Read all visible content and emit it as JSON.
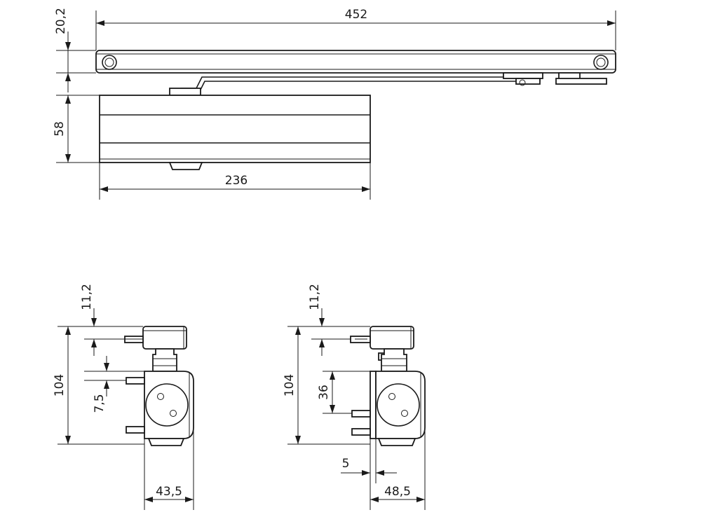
{
  "dimensions": {
    "arm_length": "452",
    "arm_height": "20,2",
    "body_height": "58",
    "body_length": "236",
    "left_view_offset_top": "11,2",
    "left_view_height": "104",
    "left_view_offset_mid": "7,5",
    "left_view_depth": "43,5",
    "right_view_offset_top": "11,2",
    "right_view_height": "104",
    "right_view_offset_mid": "36",
    "right_view_plate": "5",
    "right_view_depth": "48,5"
  },
  "colors": {
    "line": "#1a1a1a",
    "background": "#ffffff"
  }
}
